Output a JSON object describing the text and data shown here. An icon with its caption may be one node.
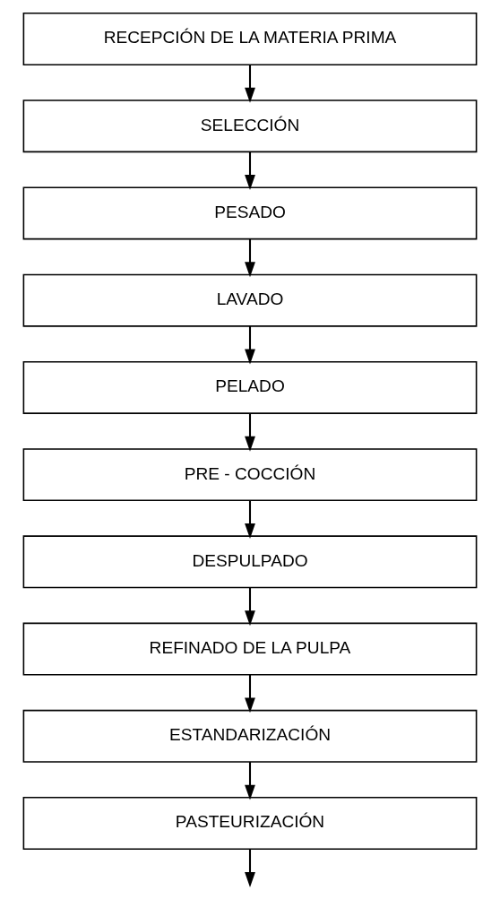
{
  "diagram": {
    "nodes": [
      {
        "text": [
          "RECEPCIÓN DE LA MATERIA PRIMA"
        ]
      },
      {
        "text": [
          "SELECCIÓN"
        ]
      },
      {
        "text": [
          "PESADO"
        ]
      },
      {
        "text": [
          "LAVADO"
        ]
      },
      {
        "text": [
          "PELADO"
        ]
      },
      {
        "text": [
          "PRE - COCCIÓN"
        ]
      },
      {
        "text": [
          "DESPULPADO"
        ]
      },
      {
        "text": [
          "REFINADO DE LA PULPA"
        ]
      },
      {
        "text": [
          "ESTANDARIZACIÓN"
        ]
      },
      {
        "text": [
          "PASTEURIZACIÓN"
        ]
      }
    ],
    "edges": [
      {
        "from": 0,
        "to": 1,
        "arrow": "to"
      },
      {
        "from": 1,
        "to": 2,
        "arrow": "to"
      },
      {
        "from": 2,
        "to": 3,
        "arrow": "to"
      },
      {
        "from": 3,
        "to": 4,
        "arrow": "to"
      },
      {
        "from": 4,
        "to": 5,
        "arrow": "to"
      },
      {
        "from": 5,
        "to": 6,
        "arrow": "to"
      },
      {
        "from": 6,
        "to": 7,
        "arrow": "to"
      },
      {
        "from": 7,
        "to": 8,
        "arrow": "to"
      },
      {
        "from": 8,
        "to": 9,
        "arrow": "to"
      },
      {
        "from": 9,
        "to": null,
        "arrow": "to"
      }
    ]
  }
}
